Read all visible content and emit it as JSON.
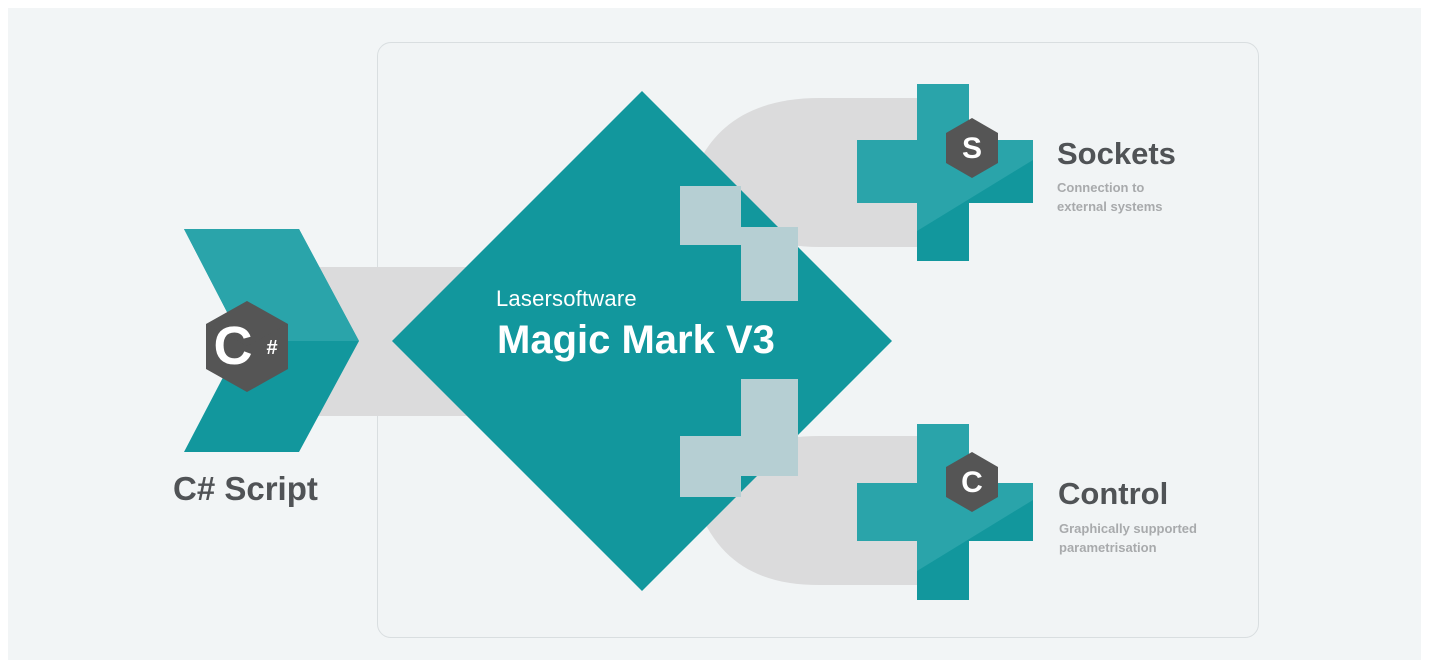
{
  "colors": {
    "page_background": "#f2f5f6",
    "panel_background": "#f1f4f5",
    "panel_border": "#d9dee0",
    "teal": "#12979d",
    "teal_light": "#2aa4aa",
    "connector_gray": "#dbdbdc",
    "light_overlay": "#b6cfd3",
    "hex_badge": "#555555",
    "title_text": "#505356",
    "subtitle_text": "#a8aaac"
  },
  "csharp": {
    "label": "C# Script",
    "badge_letter": "C",
    "badge_suffix": "#",
    "icon": "csharp-hexagon-icon"
  },
  "core": {
    "eyebrow": "Lasersoftware",
    "title": "Magic Mark V3",
    "icon": "diamond-shape"
  },
  "modules": [
    {
      "title": "Sockets",
      "subtitle_lines": [
        "Connection to",
        "external systems"
      ],
      "badge_letter": "S",
      "icon": "sockets-plus-icon"
    },
    {
      "title": "Control",
      "subtitle_lines": [
        "Graphically supported",
        "parametrisation"
      ],
      "badge_letter": "C",
      "icon": "control-plus-icon"
    }
  ]
}
